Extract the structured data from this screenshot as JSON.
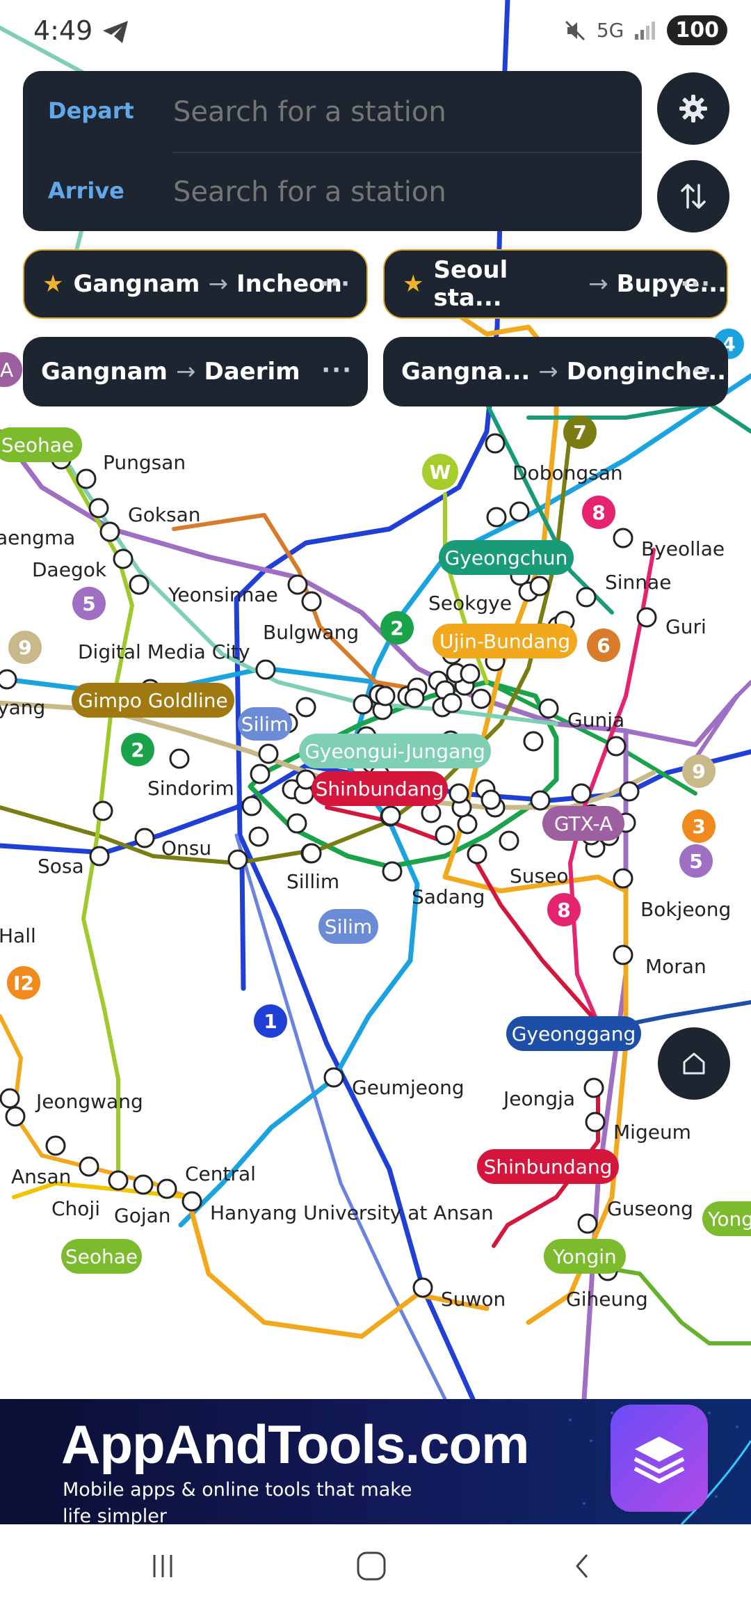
{
  "status_bar": {
    "time": "4:49",
    "signal": "5G",
    "battery": "100"
  },
  "search": {
    "depart_label": "Depart",
    "arrive_label": "Arrive",
    "depart_placeholder": "Search for a station",
    "arrive_placeholder": "Search for a station"
  },
  "route_chips": [
    {
      "from": "Gangnam",
      "to": "Incheon",
      "favorite": true,
      "more": "···"
    },
    {
      "from": "Seoul sta...",
      "to": "Bupye...",
      "favorite": true,
      "more": "···"
    },
    {
      "from": "Gangnam",
      "to": "Daerim",
      "favorite": false,
      "more": "···"
    },
    {
      "from": "Gangna...",
      "to": "Donginche...",
      "favorite": false,
      "more": "···"
    }
  ],
  "map": {
    "station_labels": [
      {
        "text": "Seohae",
        "pill": "#7dbb2e"
      },
      {
        "text": "Pungsan"
      },
      {
        "text": "Goksan"
      },
      {
        "text": "aengma"
      },
      {
        "text": "Daegok"
      },
      {
        "text": "Yeonsinnae"
      },
      {
        "text": "Bulgwang"
      },
      {
        "text": "Digital Media City"
      },
      {
        "text": "yang"
      },
      {
        "text": "Gimpo Goldline",
        "pill": "#a07a10"
      },
      {
        "text": "Silim",
        "pill": "#6b8bd6"
      },
      {
        "text": "Sindorim"
      },
      {
        "text": "Sosa"
      },
      {
        "text": "Onsu"
      },
      {
        "text": "Sillim"
      },
      {
        "text": "Silim",
        "pill": "#6b8bd6"
      },
      {
        "text": "Hall"
      },
      {
        "text": "Dobongsan"
      },
      {
        "text": "Gyeongchun",
        "pill": "#1a9b78"
      },
      {
        "text": "Byeollae"
      },
      {
        "text": "Sinnae"
      },
      {
        "text": "Seokgye"
      },
      {
        "text": "Guri"
      },
      {
        "text": "Ujin-Bundang",
        "pill": "#f2a81c"
      },
      {
        "text": "Gunja"
      },
      {
        "text": "Gyeongui-Jungang",
        "pill": "#7fd0b2"
      },
      {
        "text": "Shinbundang",
        "pill": "#d4163c"
      },
      {
        "text": "GTX-A",
        "pill": "#9e5fa0"
      },
      {
        "text": "Sadang"
      },
      {
        "text": "Suseo"
      },
      {
        "text": "Bokjeong"
      },
      {
        "text": "Moran"
      },
      {
        "text": "Gyeonggang",
        "pill": "#1d4fa8"
      },
      {
        "text": "Geumjeong"
      },
      {
        "text": "Jeongja"
      },
      {
        "text": "Migeum"
      },
      {
        "text": "Jeongwang"
      },
      {
        "text": "Ansan"
      },
      {
        "text": "Choji"
      },
      {
        "text": "Gojan"
      },
      {
        "text": "Central"
      },
      {
        "text": "Hanyang University at Ansan"
      },
      {
        "text": "Shinbundang",
        "pill": "#d4163c"
      },
      {
        "text": "Guseong"
      },
      {
        "text": "Seohae",
        "pill": "#7dbb2e"
      },
      {
        "text": "Yongin",
        "pill": "#7dbb2e"
      },
      {
        "text": "Yong",
        "pill": "#7dbb2e"
      },
      {
        "text": "Suwon"
      },
      {
        "text": "Giheung"
      },
      {
        "text": "A",
        "pill": "#9e5fa0"
      }
    ],
    "line_badges": [
      {
        "text": "5",
        "color": "#9e6fc2"
      },
      {
        "text": "9",
        "color": "#c8b98a"
      },
      {
        "text": "2",
        "color": "#1ba34c"
      },
      {
        "text": "2",
        "color": "#1ba34c"
      },
      {
        "text": "7",
        "color": "#7a7d12"
      },
      {
        "text": "W",
        "color": "#a6cd2c"
      },
      {
        "text": "8",
        "color": "#e6236e"
      },
      {
        "text": "6",
        "color": "#d87b2a"
      },
      {
        "text": "4",
        "color": "#1aa3df"
      },
      {
        "text": "9",
        "color": "#c8b98a"
      },
      {
        "text": "3",
        "color": "#f08a1c"
      },
      {
        "text": "5",
        "color": "#9e6fc2"
      },
      {
        "text": "8",
        "color": "#e6236e"
      },
      {
        "text": "1",
        "color": "#1f3fd6"
      },
      {
        "text": "I2",
        "color": "#f08a1c"
      }
    ]
  },
  "ad": {
    "title": "AppAndTools.com",
    "subtitle": "Mobile apps & online tools that make life simpler"
  }
}
